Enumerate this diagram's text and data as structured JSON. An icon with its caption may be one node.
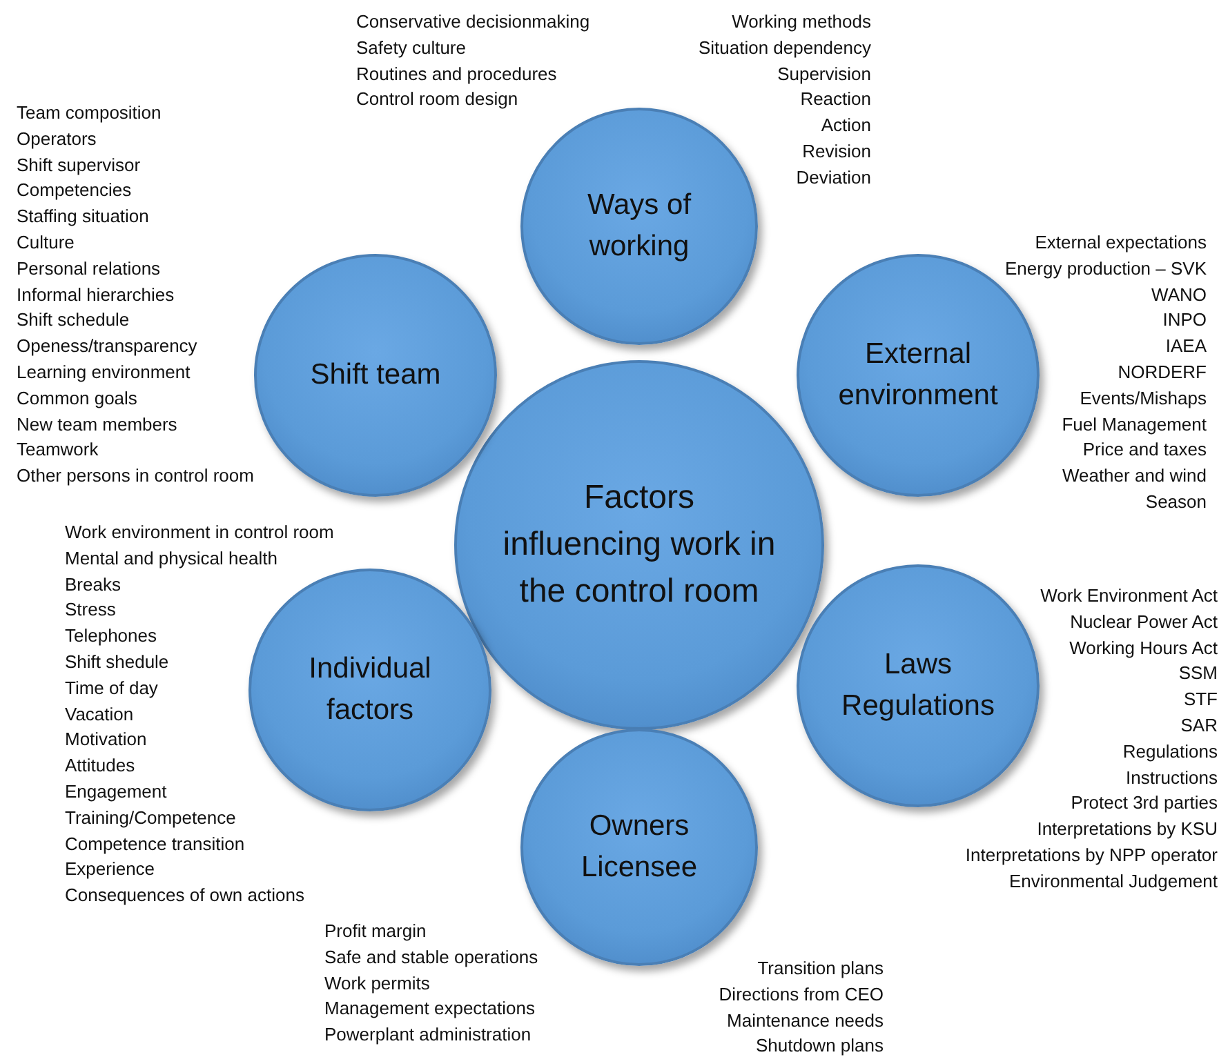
{
  "diagram": {
    "nodes": [
      {
        "text": [
          "Factors influencing work in the control room"
        ]
      },
      {
        "text": [
          "Ways of working"
        ],
        "beside": [
          "Conservative decisionmaking",
          "Safety culture",
          "Routines and procedures",
          "Control room design",
          "Working methods",
          "Situation dependency",
          "Supervision",
          "Reaction",
          "Action",
          "Revision",
          "Deviation"
        ]
      },
      {
        "text": [
          "Shift team"
        ],
        "beside": [
          "Team composition",
          "Operators",
          "Shift supervisor",
          "Competencies",
          "Staffing situation",
          "Culture",
          "Personal relations",
          "Informal hierarchies",
          "Shift schedule",
          "Openess/transparency",
          "Learning environment",
          "Common goals",
          "New team members",
          "Teamwork",
          "Other persons in control room"
        ]
      },
      {
        "text": [
          "External environment"
        ],
        "beside": [
          "External expectations",
          "Energy production – SVK",
          "WANO",
          "INPO",
          "IAEA",
          "NORDERF",
          "Events/Mishaps",
          "Fuel Management",
          "Price and taxes",
          "Weather and wind",
          "Season"
        ]
      },
      {
        "text": [
          "Individual factors"
        ],
        "beside": [
          "Work environment in control room",
          "Mental and physical health",
          "Breaks",
          "Stress",
          "Telephones",
          "Shift shedule",
          "Time of day",
          "Vacation",
          "Motivation",
          "Attitudes",
          "Engagement",
          "Training/Competence",
          "Competence transition",
          "Experience",
          "Consequences of own actions"
        ]
      },
      {
        "text": [
          "Laws Regulations"
        ],
        "beside": [
          "Work Environment Act",
          "Nuclear Power Act",
          "Working Hours Act",
          "SSM",
          "STF",
          "SAR",
          "Regulations",
          "Instructions",
          "Protect 3rd parties",
          "Interpretations by KSU",
          "Interpretations by NPP operator",
          "Environmental Judgement"
        ]
      },
      {
        "text": [
          "Owners Licensee"
        ],
        "beside": [
          "Profit margin",
          "Safe and stable operations",
          "Work permits",
          "Management expectations",
          "Powerplant administration",
          "Transition plans",
          "Directions from CEO",
          "Maintenance needs",
          "Shutdown plans"
        ]
      }
    ],
    "edges": []
  }
}
